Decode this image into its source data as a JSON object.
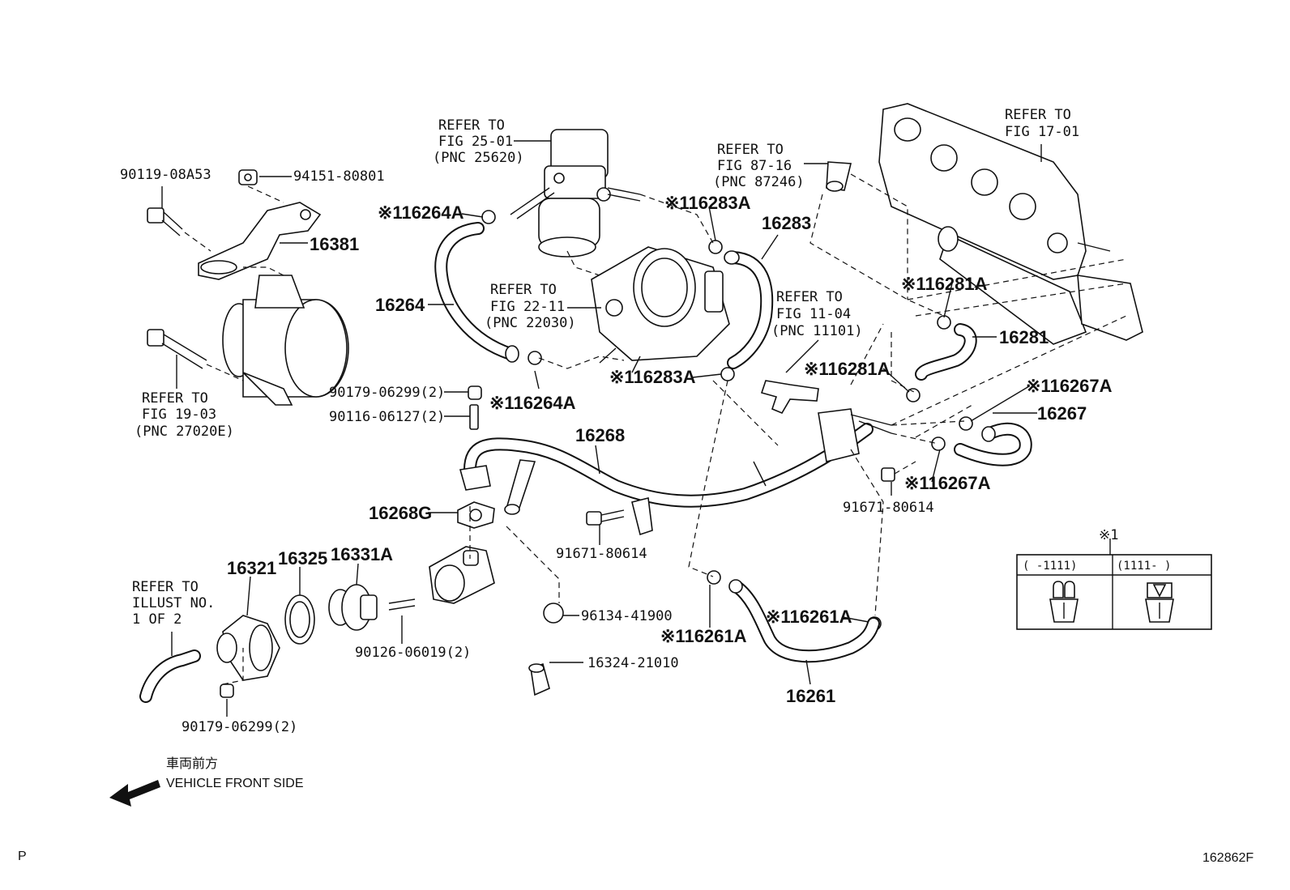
{
  "refs": {
    "fig_25_01": [
      "REFER TO",
      "FIG 25-01",
      "(PNC 25620)"
    ],
    "fig_87_16": [
      "REFER TO",
      "FIG 87-16",
      "(PNC 87246)"
    ],
    "fig_17_01": [
      "REFER TO",
      "FIG 17-01"
    ],
    "fig_22_11": [
      "REFER TO",
      "FIG 22-11",
      "(PNC 22030)"
    ],
    "fig_11_04": [
      "REFER TO",
      "FIG 11-04",
      "(PNC 11101)"
    ],
    "fig_19_03": [
      "REFER TO",
      "FIG 19-03",
      "(PNC 27020E)"
    ],
    "illust_1_of_2": [
      "REFER TO",
      "ILLUST NO.",
      "1 OF 2"
    ]
  },
  "parts": {
    "p90119_08a53": "90119-08A53",
    "p94151_80801": "94151-80801",
    "p16381": "16381",
    "p16264a_top": "※116264A",
    "p16283a_top": "※116283A",
    "p16283": "16283",
    "p16264": "16264",
    "p16281a_top": "※116281A",
    "p16281": "16281",
    "p16283a_mid": "※116283A",
    "p16281a_mid": "※116281A",
    "p16267a_top": "※116267A",
    "p16267": "16267",
    "p90179_06299_a": "90179-06299(2)",
    "p16264a_mid": "※116264A",
    "p90116_06127": "90116-06127(2)",
    "p16268": "16268",
    "p16267a_low": "※116267A",
    "p91671_80614_r": "91671-80614",
    "p16268g": "16268G",
    "p91671_80614_c": "91671-80614",
    "p16321": "16321",
    "p16325": "16325",
    "p16331a": "16331A",
    "p96134_41900": "96134-41900",
    "p16261a_right": "※116261A",
    "p16261a_left": "※116261A",
    "p90126_06019": "90126-06019(2)",
    "p16324_21010": "16324-21010",
    "p16261": "16261",
    "p90179_06299_b": "90179-06299(2)"
  },
  "legend": {
    "mark": "※1",
    "col1": "(     -1111)",
    "col2": "(1111-     )"
  },
  "front": {
    "jp": "車両前方",
    "en": "VEHICLE FRONT SIDE"
  },
  "corner_p": "P",
  "diagram_id": "162862F"
}
